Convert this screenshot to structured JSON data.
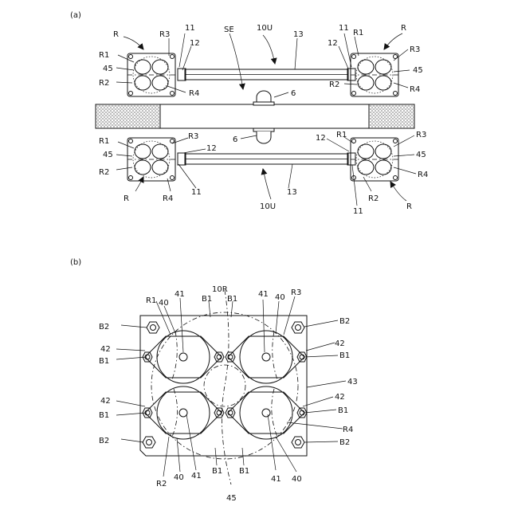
{
  "panel_a": {
    "label": "(a)",
    "labels": {
      "R": "R",
      "R1": "R1",
      "R2": "R2",
      "R3": "R3",
      "R4": "R4",
      "n45": "45",
      "n11": "11",
      "n12": "12",
      "n13": "13",
      "n6": "6",
      "SE": "SE",
      "U10": "10U"
    }
  },
  "panel_b": {
    "label": "(b)",
    "labels": {
      "R1": "R1",
      "R2": "R2",
      "R3": "R3",
      "R4": "R4",
      "B1": "B1",
      "B2": "B2",
      "n40": "40",
      "n41": "41",
      "n42": "42",
      "n43": "43",
      "n45": "45",
      "R10": "10R"
    }
  }
}
